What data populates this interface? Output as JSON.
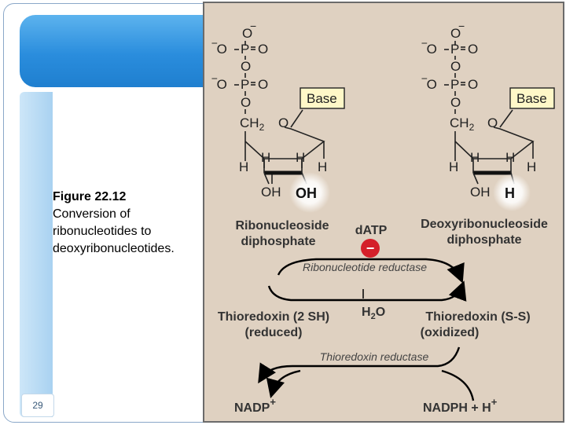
{
  "slide": {
    "number": "29",
    "caption_figure": "Figure 22.12",
    "caption_text_line1": "Conversion of",
    "caption_text_line2": "ribonucleotides to",
    "caption_text_line3": "deoxyribonucleotides."
  },
  "diagram": {
    "phosphate_o_minus": "O",
    "phosphate_neg_o": "‾O",
    "phosphate_p": "P",
    "phosphate_o": "O",
    "base_label": "Base",
    "ch2": "CH",
    "ch2_sub": "2",
    "ring_o": "O",
    "h": "H",
    "oh": "OH",
    "left_molecule_line1": "Ribonucleoside",
    "left_molecule_line2": "diphosphate",
    "right_molecule_line1": "Deoxyribonucleoside",
    "right_molecule_line2": "diphosphate",
    "inhibitor": "dATP",
    "inhibitor_sign": "−",
    "enzyme_1": "Ribonucleotide reductase",
    "thioredoxin_reduced_line1": "Thioredoxin (2 SH)",
    "thioredoxin_reduced_line2": "(reduced)",
    "water": "H",
    "water_sub": "2",
    "water_o": "O",
    "thioredoxin_oxidized_line1": "Thioredoxin (S-S)",
    "thioredoxin_oxidized_line2": "(oxidized)",
    "enzyme_2": "Thioredoxin reductase",
    "nadp": "NADP",
    "nadp_sup": "+",
    "nadph": "NADPH + H",
    "nadph_sup": "+"
  },
  "colors": {
    "panel_bg": "#dfd1c1",
    "header_blue": "#2a8ddd",
    "inhibitor_red": "#d4202a",
    "base_box": "#fff8c8"
  }
}
